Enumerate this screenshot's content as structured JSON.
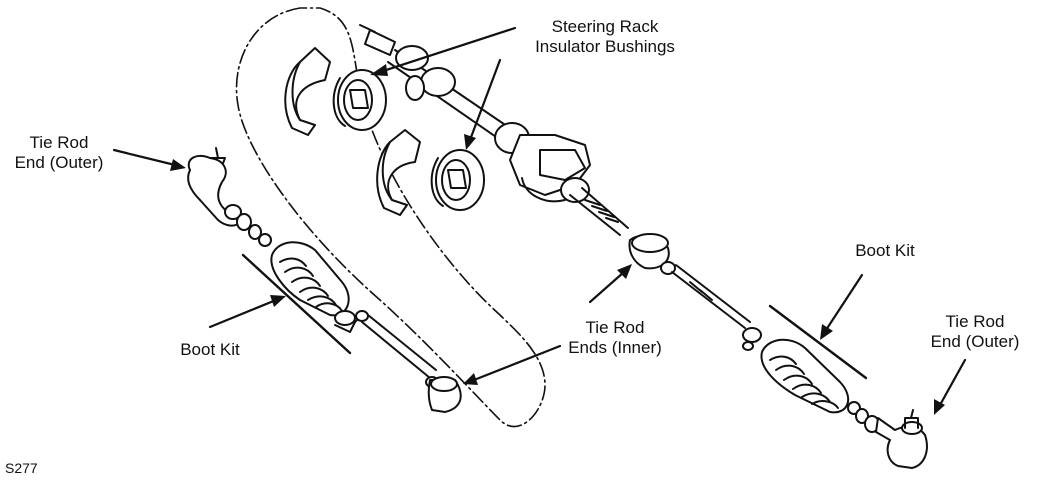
{
  "labels": {
    "steering_rack_bushings": [
      "Steering Rack",
      "Insulator Bushings"
    ],
    "tie_rod_end_outer_left": [
      "Tie Rod",
      "End (Outer)"
    ],
    "tie_rod_end_outer_right": [
      "Tie Rod",
      "End (Outer)"
    ],
    "tie_rod_ends_inner": [
      "Tie Rod",
      "Ends (Inner)"
    ],
    "boot_kit_left": "Boot Kit",
    "boot_kit_right": "Boot Kit",
    "figure_code": "S277"
  },
  "colors": {
    "line": "#111111",
    "fill": "#ffffff",
    "shade": "#cfcfcf"
  }
}
